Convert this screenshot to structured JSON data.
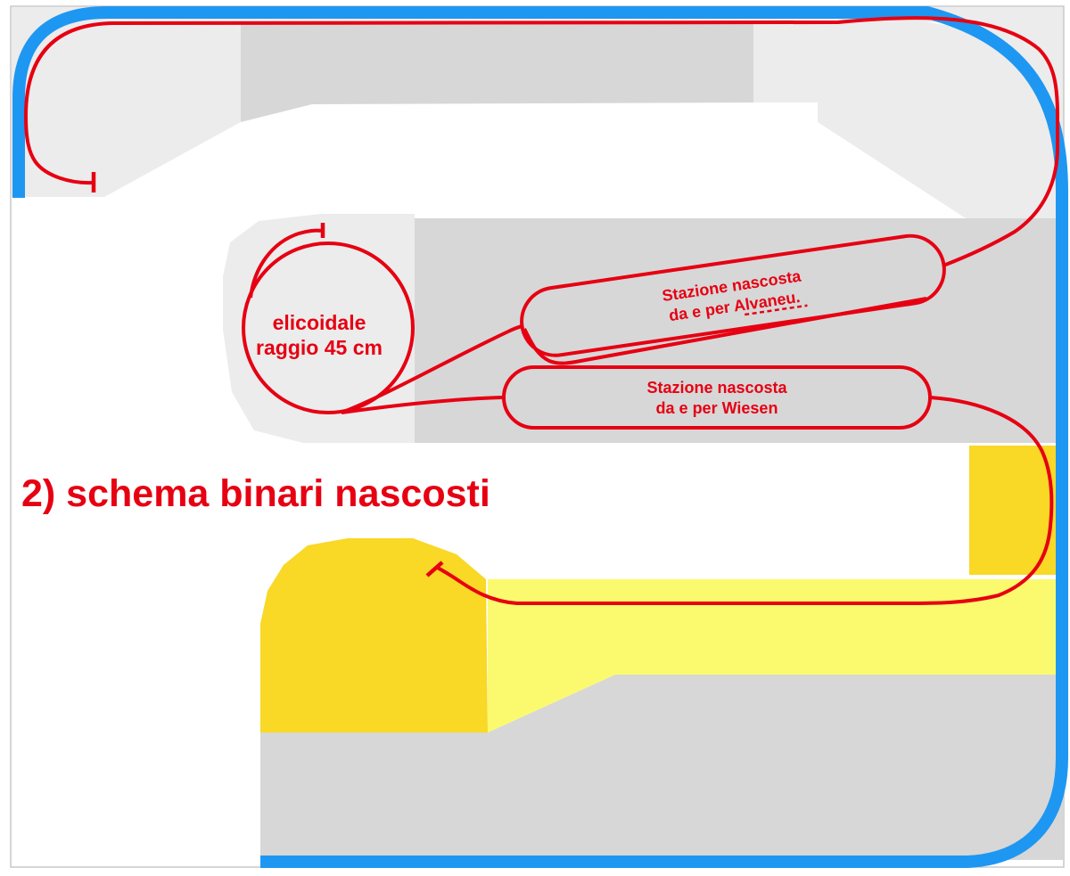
{
  "title": "2) schema binari nascosti",
  "helix": {
    "line1": "elicoidale",
    "line2": "raggio 45 cm"
  },
  "station_alvaneu": {
    "line1": "Stazione nascosta",
    "line2": "da e per Alvaneu."
  },
  "station_wiesen": {
    "line1": "Stazione nascosta",
    "line2": "da e per Wiesen"
  },
  "colors": {
    "track_red": "#e60012",
    "border_blue": "#1e97f2",
    "board_light": "#ececec",
    "board_dark": "#d7d7d7",
    "yellow_bright": "#f9d826",
    "yellow_pale": "#fbfa6e",
    "frame_gray": "#c9c9c9"
  }
}
